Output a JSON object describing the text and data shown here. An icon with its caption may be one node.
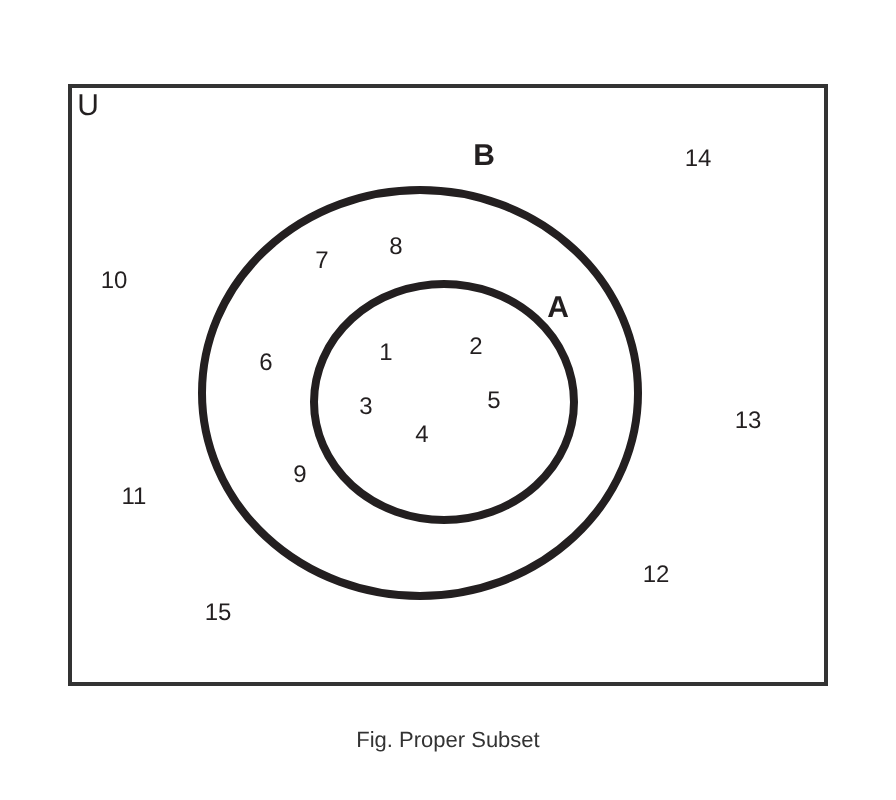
{
  "diagram": {
    "caption": "Fig. Proper Subset",
    "nodes": [
      {
        "text": [
          "U",
          "14",
          "10",
          "13",
          "11",
          "12",
          "15"
        ]
      },
      {
        "text": [
          "B",
          "7",
          "8",
          "6",
          "9"
        ],
        "in": 0
      },
      {
        "text": [
          "A",
          "1",
          "2",
          "3",
          "5",
          "4"
        ],
        "in": 1
      }
    ]
  }
}
